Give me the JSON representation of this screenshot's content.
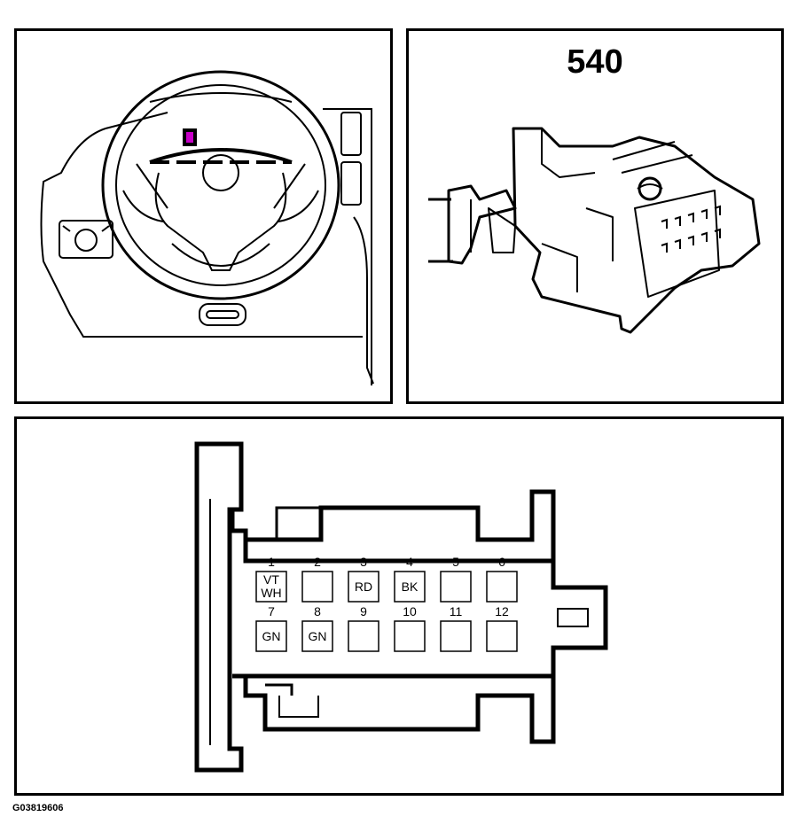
{
  "connector": {
    "number": "540"
  },
  "figure_id": "G03819606",
  "highlight_color": "#c800c8",
  "pins": [
    {
      "num": "1",
      "color": [
        "VT",
        "WH"
      ]
    },
    {
      "num": "2",
      "color": []
    },
    {
      "num": "3",
      "color": [
        "RD"
      ]
    },
    {
      "num": "4",
      "color": [
        "BK"
      ]
    },
    {
      "num": "5",
      "color": []
    },
    {
      "num": "6",
      "color": []
    },
    {
      "num": "7",
      "color": [
        "GN"
      ]
    },
    {
      "num": "8",
      "color": [
        "GN"
      ]
    },
    {
      "num": "9",
      "color": []
    },
    {
      "num": "10",
      "color": []
    },
    {
      "num": "11",
      "color": []
    },
    {
      "num": "12",
      "color": []
    }
  ]
}
